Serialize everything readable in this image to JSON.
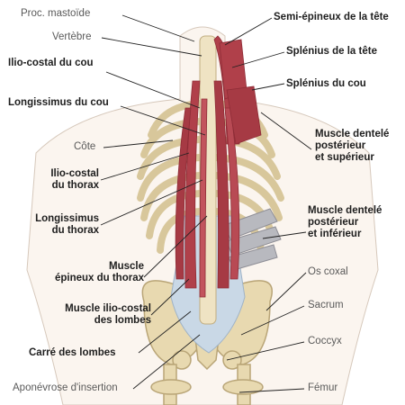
{
  "labels_left": {
    "proc_mastoide": "Proc. mastoïde",
    "vertebre": "Vertèbre",
    "ilio_costal_cou": "Ilio-costal du cou",
    "longissimus_cou": "Longissimus du cou",
    "cote": "Côte",
    "ilio_costal_thorax_1": "Ilio-costal",
    "ilio_costal_thorax_2": "du thorax",
    "longissimus_thorax_1": "Longissimus",
    "longissimus_thorax_2": "du thorax",
    "epineux_thorax_1": "Muscle",
    "epineux_thorax_2": "épineux du thorax",
    "iliocostal_lombes_1": "Muscle ilio-costal",
    "iliocostal_lombes_2": "des lombes",
    "carre_lombes": "Carré des lombes",
    "aponevrose": "Aponévrose d'insertion"
  },
  "labels_right": {
    "semi_epineux_tete": "Semi-épineux de la tête",
    "splenius_tete": "Splénius de la tête",
    "splenius_cou": "Splénius du cou",
    "dentele_sup_1": "Muscle dentelé",
    "dentele_sup_2": "postérieur",
    "dentele_sup_3": "et supérieur",
    "dentele_inf_1": "Muscle dentelé",
    "dentele_inf_2": "postérieur",
    "dentele_inf_3": "et inférieur",
    "os_coxal": "Os coxal",
    "sacrum": "Sacrum",
    "coccyx": "Coccyx",
    "femur": "Fémur"
  },
  "colors": {
    "muscle": "#b0404a",
    "muscle_dark": "#8e2c36",
    "bone": "#e8d9b0",
    "bone_shade": "#c9b585",
    "fascia": "#c9d8e6",
    "leader": "#222222"
  }
}
